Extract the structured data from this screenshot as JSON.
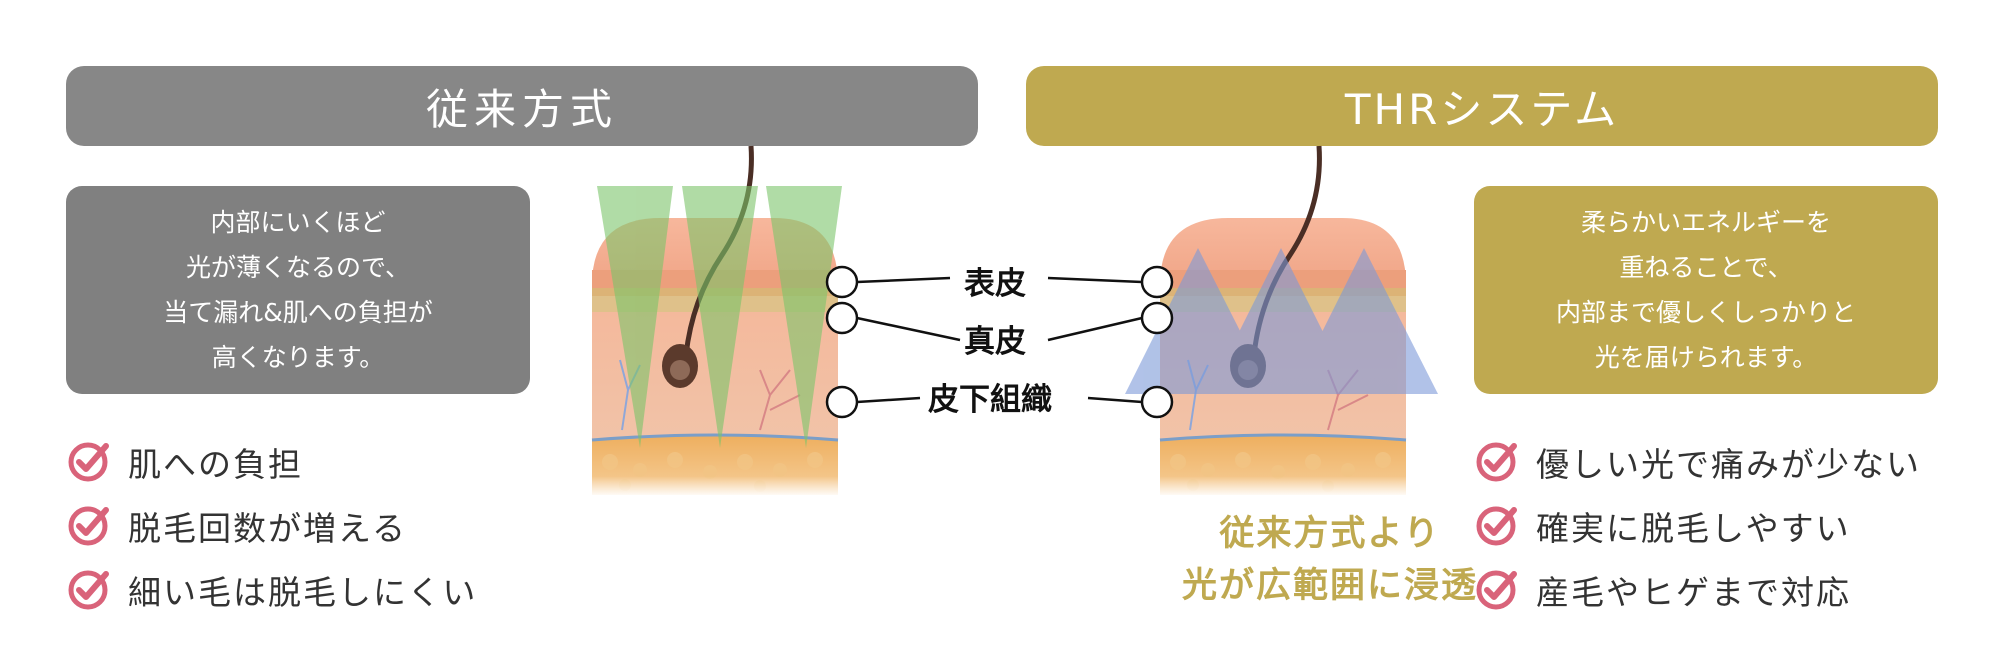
{
  "left_panel": {
    "header": "従来方式",
    "description": [
      "内部にいくほど",
      "光が薄くなるので、",
      "当て漏れ&肌への負担が",
      "高くなります。"
    ],
    "items": [
      "肌への負担",
      "脱毛回数が増える",
      "細い毛は脱毛しにくい"
    ]
  },
  "right_panel": {
    "header": "THRシステム",
    "description": [
      "柔らかいエネルギーを",
      "重ねることで、",
      "内部まで優しくしっかりと",
      "光を届けられます。"
    ],
    "items": [
      "優しい光で痛みが少ない",
      "確実に脱毛しやすい",
      "産毛やヒゲまで対応"
    ]
  },
  "layers": {
    "epidermis": "表皮",
    "dermis": "真皮",
    "subcutaneous": "皮下組織"
  },
  "caption": [
    "従来方式より",
    "光が広範囲に浸透"
  ],
  "colors": {
    "gray": "#878787",
    "gold": "#bfa950",
    "check": "#d9637a",
    "green_beam": "#7cc46a",
    "blue_beam": "#7d9ad8"
  }
}
